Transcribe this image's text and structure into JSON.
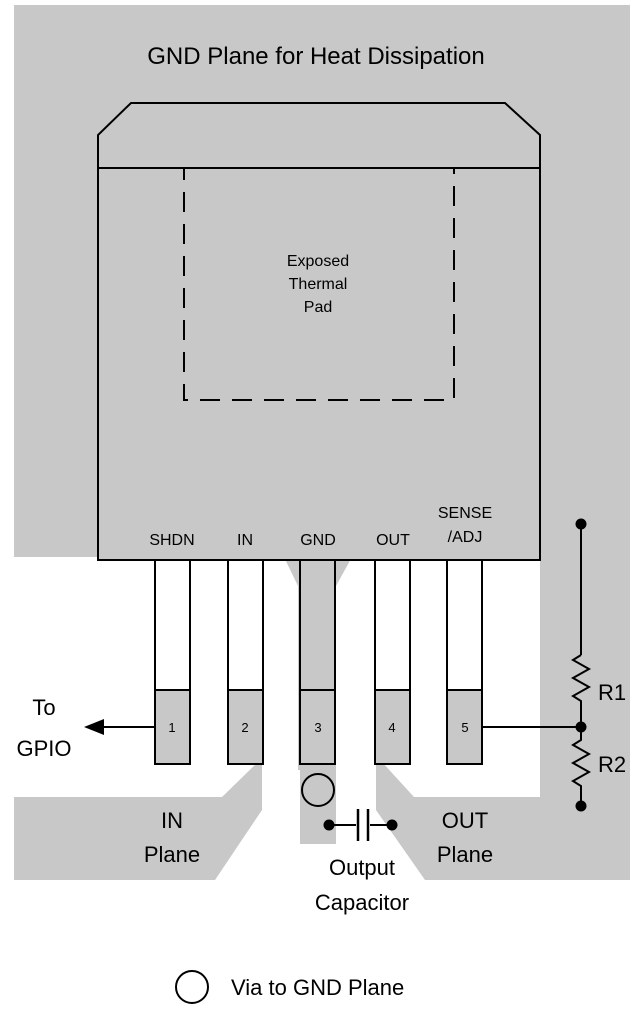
{
  "title": "GND Plane for Heat Dissipation",
  "thermal_pad": [
    "Exposed",
    "Thermal",
    "Pad"
  ],
  "pins": [
    {
      "name": "SHDN",
      "number": "1"
    },
    {
      "name": "IN",
      "number": "2"
    },
    {
      "name": "GND",
      "number": "3"
    },
    {
      "name": "OUT",
      "number": "4"
    },
    {
      "name_lines": [
        "SENSE",
        "/ADJ"
      ],
      "number": "5"
    }
  ],
  "gpio_label": [
    "To",
    "GPIO"
  ],
  "in_plane": [
    "IN",
    "Plane"
  ],
  "out_plane": [
    "OUT",
    "Plane"
  ],
  "capacitor_label": [
    "Output",
    "Capacitor"
  ],
  "resistors": {
    "r1": "R1",
    "r2": "R2"
  },
  "legend": {
    "via_label": "Via to GND Plane"
  },
  "colors": {
    "plane": "#c8c8c8",
    "package": "#c8c8c8",
    "outline": "#000000"
  }
}
